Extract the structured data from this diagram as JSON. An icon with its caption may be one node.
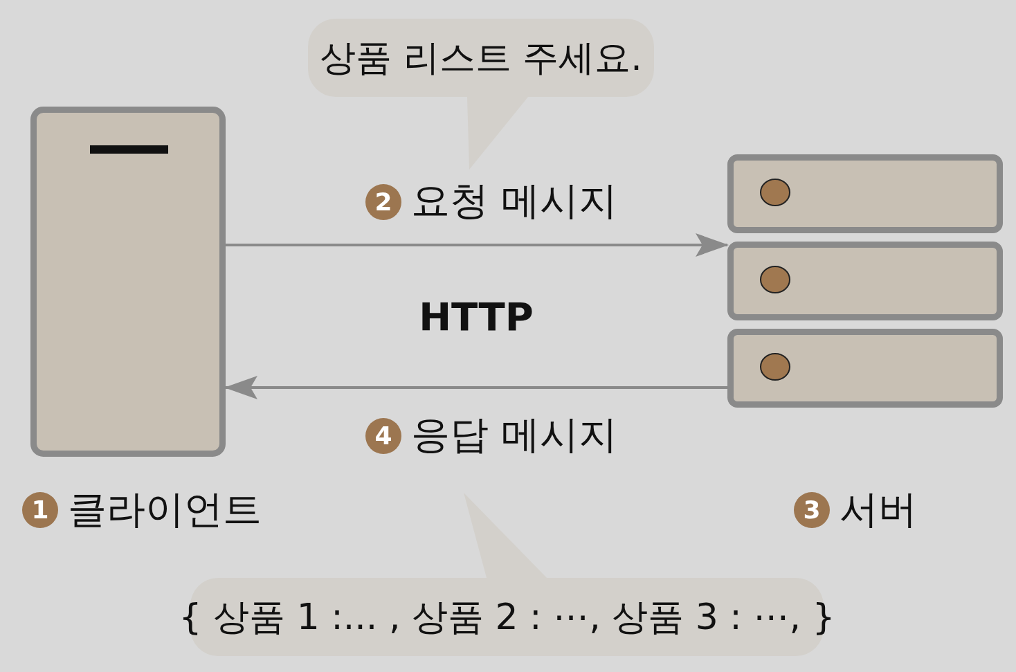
{
  "diagram": {
    "nodes": [
      {
        "text": [],
        "shape": "box"
      },
      {
        "text": [
          "상품 리스트 주세요."
        ]
      },
      {
        "text": [],
        "shape": "box"
      },
      {
        "text": [
          "{ 상품 1 :... , 상품 2 : ⋯, 상품 3 : ⋯, }"
        ]
      }
    ],
    "edges": [
      {
        "from": 0,
        "to": 2,
        "arrow": "to",
        "label": "요청 메시지"
      },
      {
        "from": 2,
        "to": 0,
        "arrow": "to",
        "label": "응답 메시지"
      }
    ],
    "labels": [
      "2",
      "HTTP",
      "4",
      "1",
      "클라이언트",
      "3",
      "서버"
    ]
  }
}
